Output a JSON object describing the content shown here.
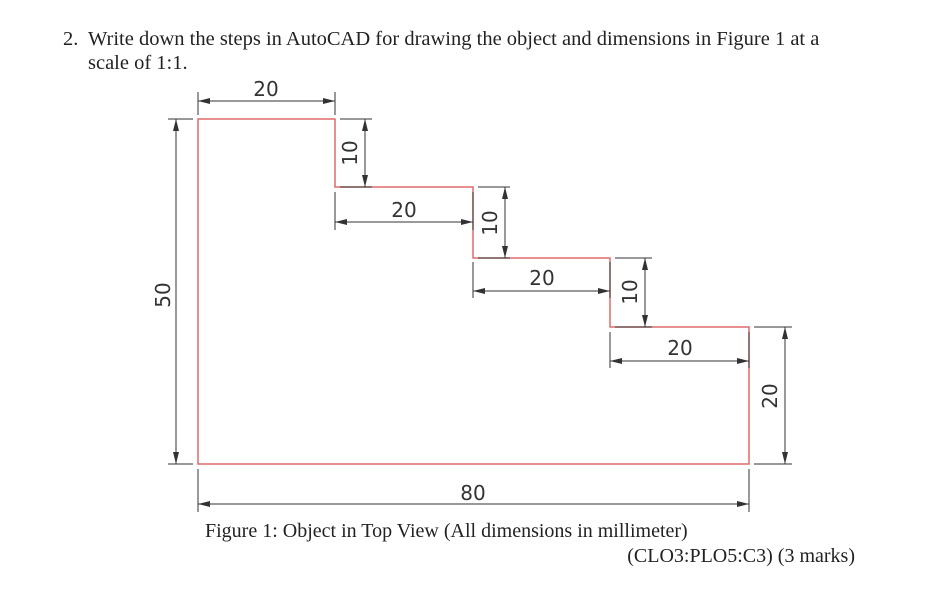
{
  "question": {
    "number": "2.",
    "line1": "Write down the steps in AutoCAD for drawing the object and dimensions in Figure 1 at a",
    "line2": "scale of 1:1."
  },
  "figure": {
    "dimensions": {
      "top_width": "20",
      "step1_height": "10",
      "step1_width": "20",
      "step2_height": "10",
      "step2_width": "20",
      "step3_height": "10",
      "step3_width": "20",
      "right_height": "20",
      "left_height": "50",
      "bottom_width": "80"
    },
    "colors": {
      "outline": "#e06b6b",
      "dimension": "#333333"
    }
  },
  "caption": "Figure 1: Object in Top View (All dimensions in millimeter)",
  "marks": "(CLO3:PLO5:C3) (3 marks)"
}
